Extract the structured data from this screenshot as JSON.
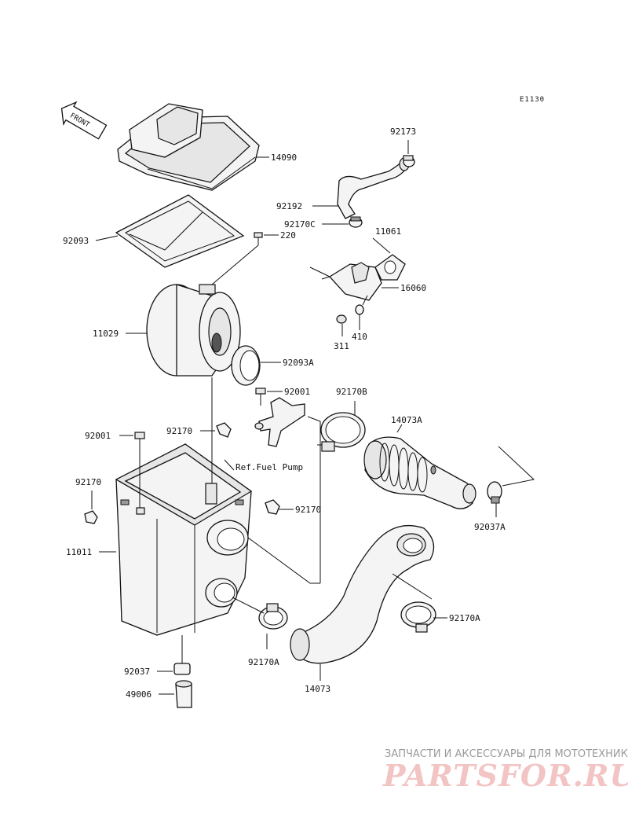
{
  "diagram_code": "E1130",
  "front_label": "FRONT",
  "reference_note": "Ref.Fuel Pump",
  "part_numbers": {
    "p14090": "14090",
    "p92173": "92173",
    "p92192": "92192",
    "p92170C": "92170C",
    "p11061": "11061",
    "p92093": "92093",
    "p220": "220",
    "p16060": "16060",
    "p11029": "11029",
    "p311": "311",
    "p410": "410",
    "p92093A": "92093A",
    "p92001a": "92001",
    "p92170B": "92170B",
    "p92170a": "92170",
    "p14073A": "14073A",
    "p92001b": "92001",
    "p92170b": "92170",
    "p92037A": "92037A",
    "p92170c": "92170",
    "p11011": "11011",
    "p92170A_r": "92170A",
    "p92037": "92037",
    "p92170A_b": "92170A",
    "p49006": "49006",
    "p14073": "14073"
  },
  "watermark": {
    "tagline": "ЗАПЧАСТИ И АКСЕССУАРЫ ДЛЯ МОТОТЕХНИКИ",
    "brand": "PARTSFOR.RU"
  }
}
